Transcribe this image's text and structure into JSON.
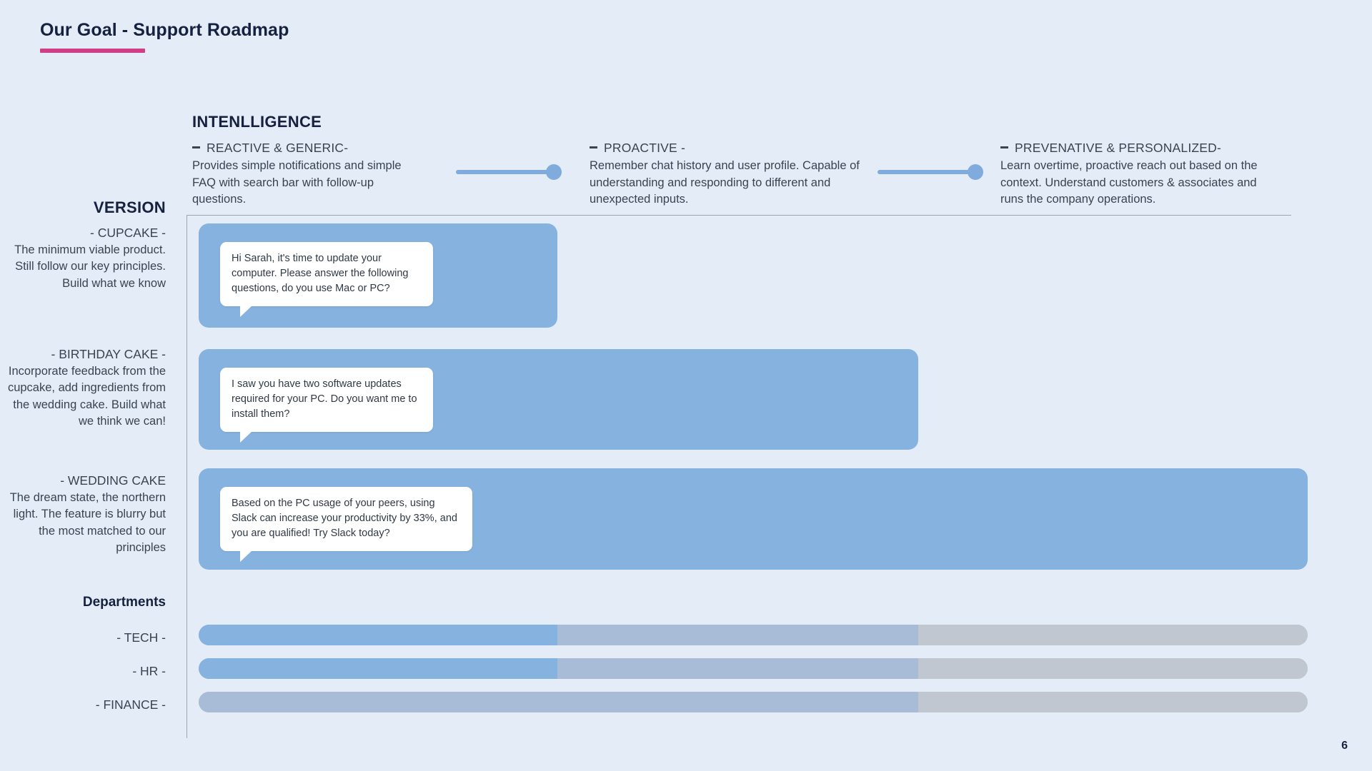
{
  "page": {
    "title": "Our Goal - Support Roadmap",
    "number": "6",
    "accent_color": "#d03f86",
    "background_color": "#e3ecf7"
  },
  "intelligence": {
    "heading": "INTENLLIGENCE",
    "levels": [
      {
        "label": "REACTIVE & GENERIC-",
        "description": "Provides simple notifications and simple FAQ with search bar with follow-up questions."
      },
      {
        "label": "PROACTIVE -",
        "description": "Remember chat history and user profile. Capable of understanding and responding to different and unexpected inputs."
      },
      {
        "label": "PREVENATIVE & PERSONALIZED-",
        "description": "Learn overtime, proactive reach out based on the context. Understand customers & associates and runs the company operations."
      }
    ],
    "slider_color": "#7fabdd"
  },
  "version": {
    "heading": "VERSION",
    "items": [
      {
        "name": "- CUPCAKE -",
        "description": "The minimum viable product. Still follow our key principles. Build what we know"
      },
      {
        "name": "- BIRTHDAY CAKE -",
        "description": "Incorporate feedback from the cupcake, add ingredients from the wedding cake. Build what we think we can!"
      },
      {
        "name": "- WEDDING CAKE",
        "description": "The dream state, the northern light. The feature is blurry but the most matched to our principles"
      }
    ]
  },
  "chat_cards": [
    {
      "message": "Hi Sarah, it's time to update your computer. Please answer the following questions, do you use Mac or PC?",
      "card_color": "#86b2e0"
    },
    {
      "message": "I saw you have two software updates required for your PC. Do you want me to install them?",
      "card_color": "#86b2e0"
    },
    {
      "message": "Based on the PC usage of your peers, using Slack can increase your productivity by 33%, and you are qualified! Try Slack today?",
      "card_color": "#86b2e0"
    }
  ],
  "departments": {
    "heading": "Departments",
    "items": [
      {
        "label": "- TECH -",
        "segments": [
          "#86b2e0",
          "#a8bcd7",
          "#c0c7d0"
        ]
      },
      {
        "label": "- HR -",
        "segments": [
          "#86b2e0",
          "#a8bcd7",
          "#c0c7d0"
        ]
      },
      {
        "label": "- FINANCE -",
        "segments": [
          "#a8bcd7",
          "#a8bcd7",
          "#c0c7d0"
        ]
      }
    ]
  }
}
